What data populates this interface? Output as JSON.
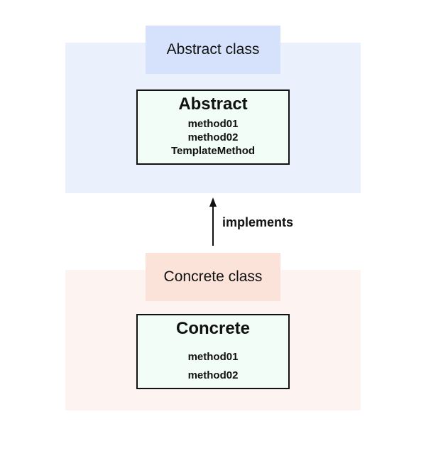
{
  "abstract_group": {
    "label": "Abstract class",
    "class_name": "Abstract",
    "methods": [
      "method01",
      "method02",
      "TemplateMethod"
    ]
  },
  "concrete_group": {
    "label": "Concrete class",
    "class_name": "Concrete",
    "methods": [
      "method01",
      "method02"
    ]
  },
  "relationship": {
    "label": "implements"
  },
  "colors": {
    "abstract_region": "#eaf1fd",
    "abstract_tab": "#d6e2fb",
    "concrete_region": "#fdf3f0",
    "concrete_tab": "#fbe3da",
    "class_box_fill": "#f2fdf8",
    "stroke": "#111111"
  }
}
